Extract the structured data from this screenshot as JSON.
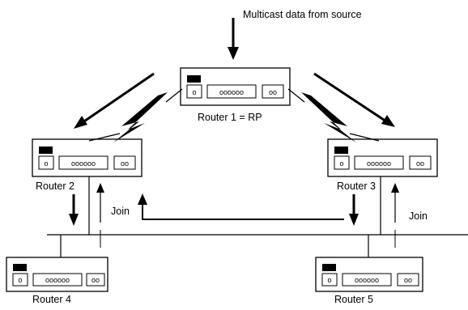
{
  "source_label": "Multicast data from source",
  "routers": [
    {
      "id": "r1",
      "label": "Router 1 = RP",
      "ports": "oooooo",
      "port_pair": "oo",
      "port_single": "o"
    },
    {
      "id": "r2",
      "label": "Router 2",
      "ports": "oooooo",
      "port_pair": "oo",
      "port_single": "o"
    },
    {
      "id": "r3",
      "label": "Router 3",
      "ports": "oooooo",
      "port_pair": "oo",
      "port_single": "o"
    },
    {
      "id": "r4",
      "label": "Router 4",
      "ports": "oooooo",
      "port_pair": "oo",
      "port_single": "o"
    },
    {
      "id": "r5",
      "label": "Router 5",
      "ports": "oooooo",
      "port_pair": "oo",
      "port_single": "o"
    }
  ],
  "join_left": "Join",
  "join_right": "Join",
  "colors": {
    "ink": "#000000",
    "background": "#ffffff"
  }
}
